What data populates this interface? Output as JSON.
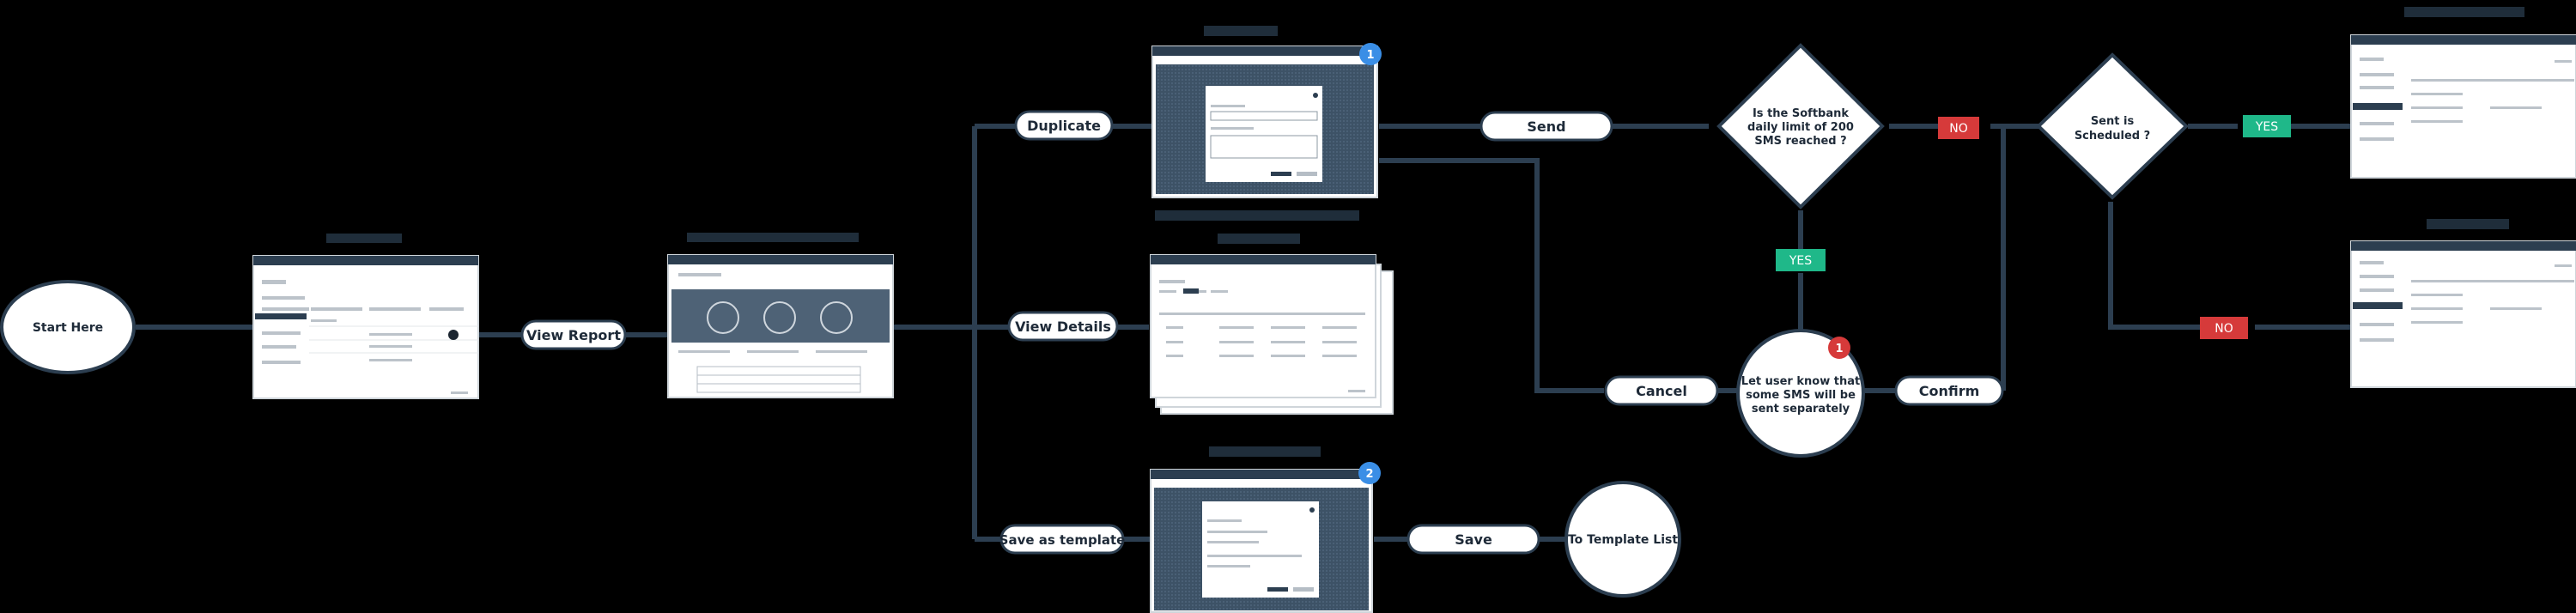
{
  "nodes": {
    "start": "Start Here",
    "view_report": "View Report",
    "duplicate": "Duplicate",
    "view_details": "View Details",
    "save_as_template": "Save as template",
    "send": "Send",
    "save": "Save",
    "to_template_list": "To Template List",
    "cancel": "Cancel",
    "confirm": "Confirm",
    "decision_limit": [
      "Is the Softbank",
      "daily limit of 200",
      "SMS reached ?"
    ],
    "decision_scheduled": [
      "Sent is",
      "Scheduled ?"
    ],
    "let_user_know": [
      "Let user know that",
      "some SMS will be",
      "sent separately"
    ]
  },
  "labels": {
    "no_top": "NO",
    "no_bottom": "NO",
    "yes_down": "YES",
    "yes_right": "YES"
  },
  "badges": {
    "duplicate_modal": "1",
    "save_modal": "2",
    "let_user_know": "1"
  },
  "colors": {
    "background": "#000000",
    "line": "#2c3e50",
    "node_fill": "#ffffff",
    "no_red": "#d63a3a",
    "yes_green": "#1fb889",
    "badge_blue": "#3a8ee6",
    "badge_red": "#d63a3a",
    "wireframe_header": "#2c3e50"
  }
}
